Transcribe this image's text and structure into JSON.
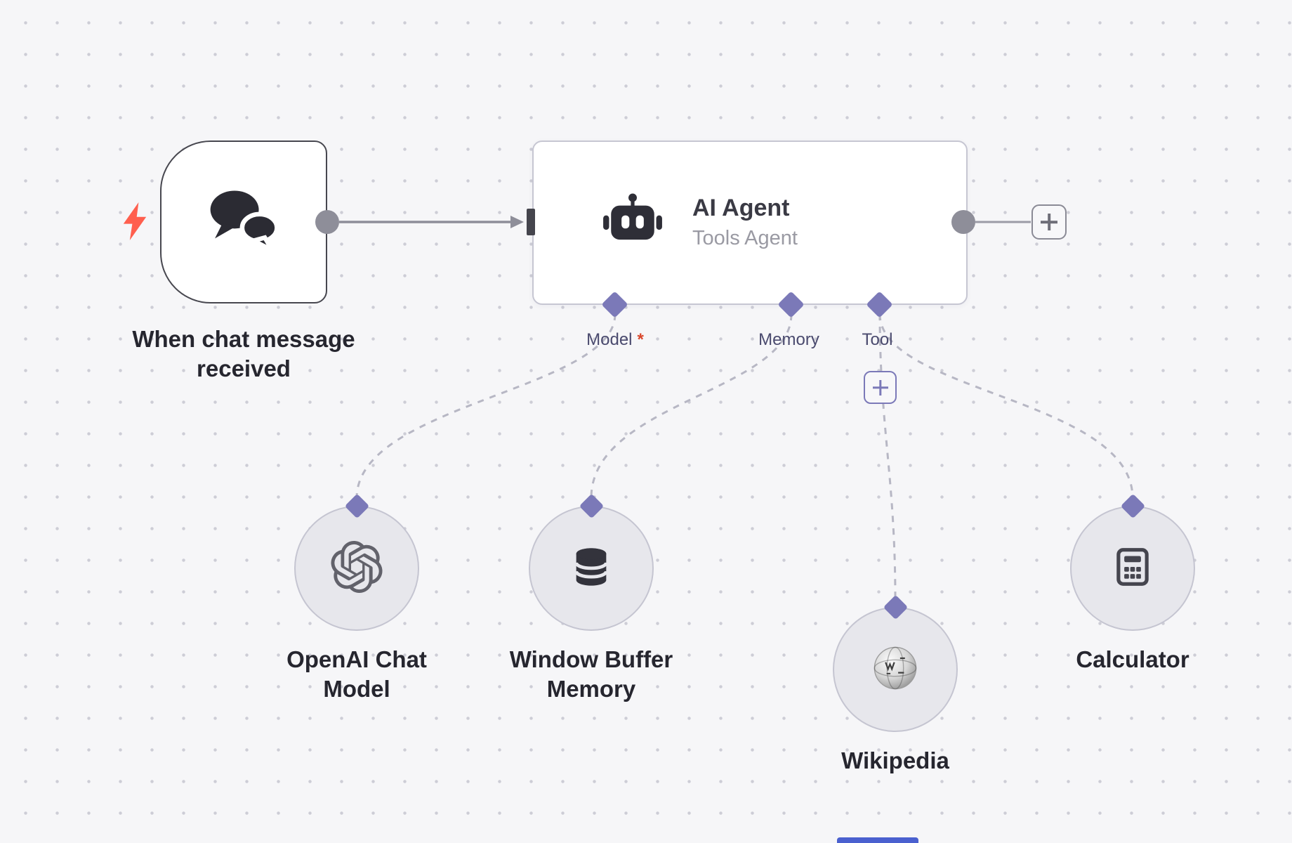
{
  "canvas": {
    "background_color": "#f6f6f8",
    "dot_color": "#cdcdd6"
  },
  "trigger_node": {
    "label": "When chat message received",
    "icon": "chat-bubbles",
    "badge_icon": "lightning-bolt"
  },
  "agent_node": {
    "title": "AI Agent",
    "subtitle": "Tools Agent",
    "icon": "robot",
    "ports": [
      {
        "label": "Model",
        "required_marker": "*"
      },
      {
        "label": "Memory",
        "required_marker": ""
      },
      {
        "label": "Tool",
        "required_marker": ""
      }
    ]
  },
  "sub_nodes": [
    {
      "label": "OpenAI Chat Model",
      "icon": "openai-logo"
    },
    {
      "label": "Window Buffer Memory",
      "icon": "database-cylinder"
    },
    {
      "label": "Wikipedia",
      "icon": "wikipedia-globe"
    },
    {
      "label": "Calculator",
      "icon": "calculator"
    }
  ],
  "colors": {
    "connector_accent": "#7b79b8",
    "required_marker": "#d9472b",
    "trigger_bolt": "#ff5f4e",
    "connection_line": "#8e8e99",
    "dashed_line": "#b7b7c4",
    "node_border_dark": "#47474f",
    "node_border_light": "#c6c6d2"
  }
}
